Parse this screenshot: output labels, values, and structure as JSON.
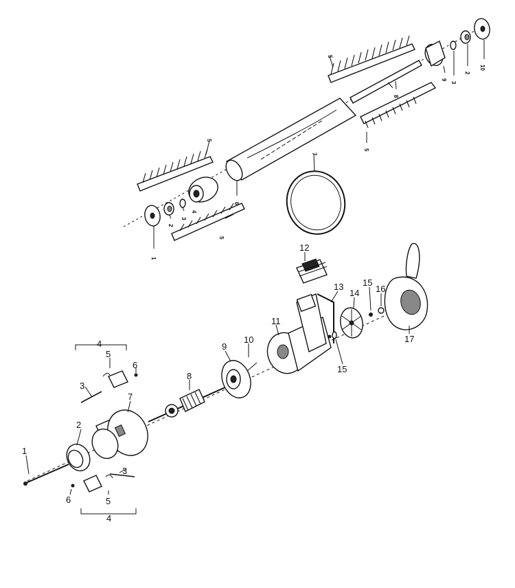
{
  "callouts_upper": [
    {
      "id": "u1",
      "text": "1"
    },
    {
      "id": "u2l",
      "text": "2"
    },
    {
      "id": "u3l",
      "text": "3"
    },
    {
      "id": "u4",
      "text": "4"
    },
    {
      "id": "u5a",
      "text": "5"
    },
    {
      "id": "u5b",
      "text": "5"
    },
    {
      "id": "u5c",
      "text": "5"
    },
    {
      "id": "u5d",
      "text": "5"
    },
    {
      "id": "u6",
      "text": "6"
    },
    {
      "id": "u7",
      "text": "7"
    },
    {
      "id": "u8",
      "text": "8"
    },
    {
      "id": "u9",
      "text": "9"
    },
    {
      "id": "u3r",
      "text": "3"
    },
    {
      "id": "u2r",
      "text": "2"
    },
    {
      "id": "u10",
      "text": "10"
    }
  ],
  "callouts_lower": [
    {
      "id": "l1",
      "text": "1"
    },
    {
      "id": "l2",
      "text": "2"
    },
    {
      "id": "l3a",
      "text": "3"
    },
    {
      "id": "l3b",
      "text": "3"
    },
    {
      "id": "l4a",
      "text": "4"
    },
    {
      "id": "l4b",
      "text": "4"
    },
    {
      "id": "l5a",
      "text": "5"
    },
    {
      "id": "l5b",
      "text": "5"
    },
    {
      "id": "l6a",
      "text": "6"
    },
    {
      "id": "l6b",
      "text": "6"
    },
    {
      "id": "l7",
      "text": "7"
    },
    {
      "id": "l8",
      "text": "8"
    },
    {
      "id": "l9",
      "text": "9"
    },
    {
      "id": "l10",
      "text": "10"
    },
    {
      "id": "l11",
      "text": "11"
    },
    {
      "id": "l12",
      "text": "12"
    },
    {
      "id": "l13",
      "text": "13"
    },
    {
      "id": "l14",
      "text": "14"
    },
    {
      "id": "l15a",
      "text": "15"
    },
    {
      "id": "l15b",
      "text": "15"
    },
    {
      "id": "l16",
      "text": "16"
    },
    {
      "id": "l17",
      "text": "17"
    }
  ]
}
